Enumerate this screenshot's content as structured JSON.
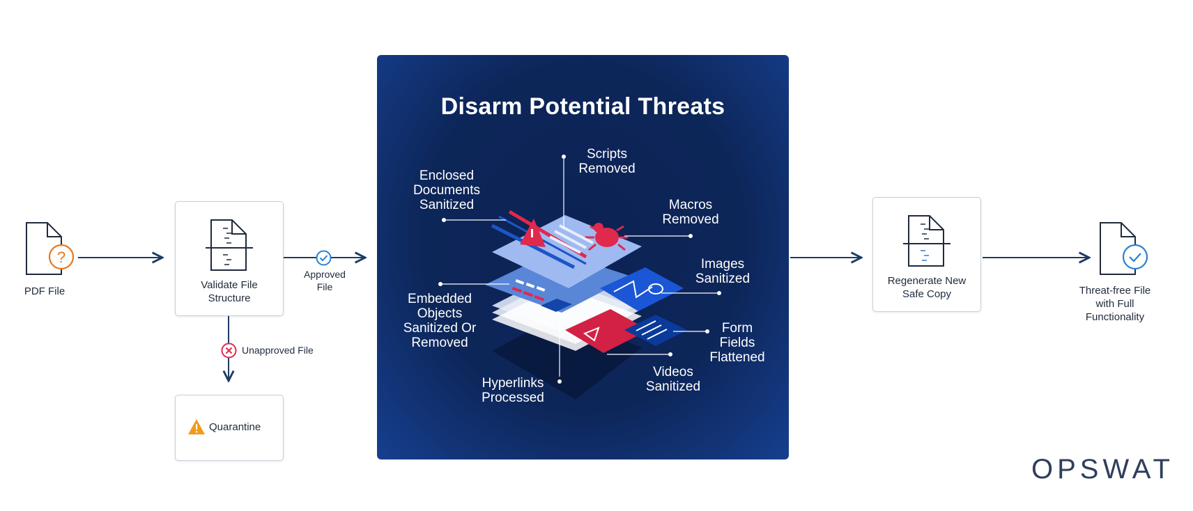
{
  "flow": {
    "input_label": "PDF File",
    "validate_label": "Validate File Structure",
    "approved_label": "Approved File",
    "unapproved_label": "Unapproved File",
    "quarantine_label": "Quarantine",
    "regenerate_label": "Regenerate New Safe Copy",
    "output_label": "Threat-free File with Full Functionality"
  },
  "panel": {
    "title": "Disarm Potential Threats",
    "labels": {
      "scripts": "Scripts Removed",
      "enclosed": "Enclosed Documents Sanitized",
      "macros": "Macros Removed",
      "images": "Images Sanitized",
      "embedded": "Embedded Objects Sanitized Or Removed",
      "form_fields": "Form Fields Flattened",
      "videos": "Videos Sanitized",
      "hyperlinks": "Hyperlinks Processed"
    }
  },
  "brand": {
    "logo_text": "OPSWAT"
  },
  "colors": {
    "navy": "#0d2659",
    "arrow": "#1d3a66",
    "alert_red": "#e0294d",
    "ok_blue": "#2a7fd4",
    "question_orange": "#e8761e",
    "warn_orange": "#f29a1a"
  },
  "icons": {
    "input": "document-question-icon",
    "validate": "document-structure-icon",
    "approved": "check-circle-icon",
    "unapproved": "x-circle-icon",
    "quarantine": "warning-icon",
    "regenerate": "document-structure-icon",
    "output": "document-check-icon"
  }
}
